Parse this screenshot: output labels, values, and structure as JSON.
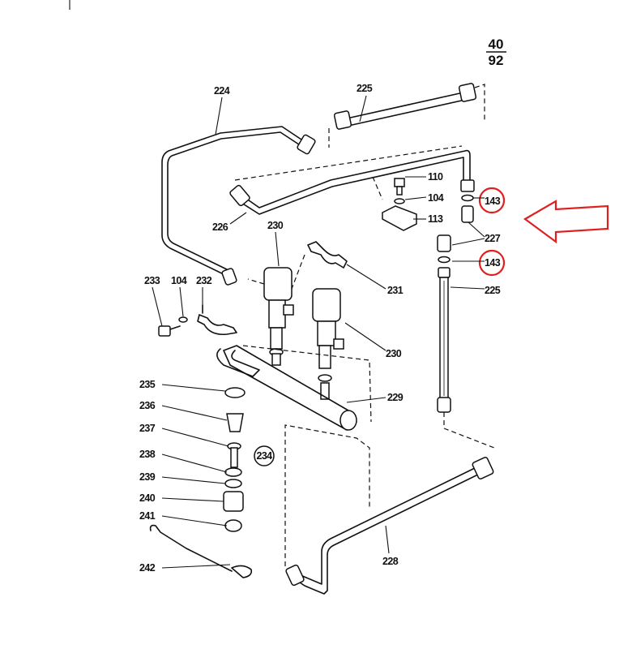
{
  "page": {
    "numerator": "40",
    "denominator": "92"
  },
  "highlight_color": "#e02020",
  "labels": {
    "p224": "224",
    "p225a": "225",
    "p225b": "225",
    "p226": "226",
    "p110": "110",
    "p104a": "104",
    "p113": "113",
    "p143a": "143",
    "p143b": "143",
    "p227": "227",
    "p230a": "230",
    "p230b": "230",
    "p231": "231",
    "p233": "233",
    "p104b": "104",
    "p232": "232",
    "p229": "229",
    "p234": "234",
    "p235": "235",
    "p236": "236",
    "p237": "237",
    "p238": "238",
    "p239": "239",
    "p240": "240",
    "p241": "241",
    "p242": "242",
    "p228": "228"
  }
}
